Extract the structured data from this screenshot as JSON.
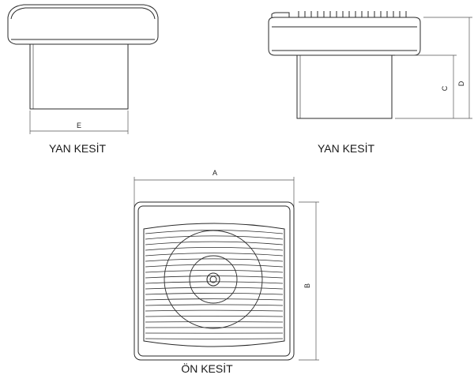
{
  "views": {
    "side_left_caption": "YAN KESİT",
    "side_right_caption": "YAN KESİT",
    "front_caption": "ÖN KESİT"
  },
  "dimensions": {
    "a": "A",
    "b": "B",
    "c": "C",
    "d": "D",
    "e": "E"
  },
  "colors": {
    "line": "#2a2a2a",
    "dim_line": "#555555",
    "background": "#ffffff"
  }
}
